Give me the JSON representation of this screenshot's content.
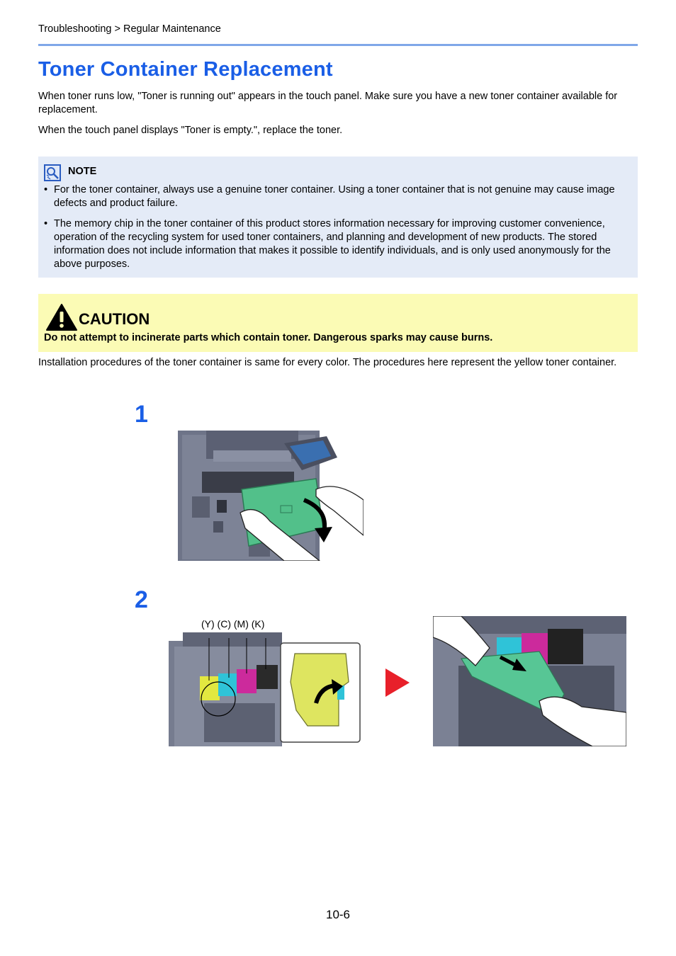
{
  "breadcrumb": "Troubleshooting > Regular Maintenance",
  "title": "Toner Container Replacement",
  "intro": [
    "When toner runs low, \"Toner is running out\" appears in the touch panel. Make sure you have a new toner container available for replacement.",
    "When the touch panel displays \"Toner is empty.\", replace the toner."
  ],
  "note": {
    "label": "NOTE",
    "icon": "note-icon",
    "items": [
      "For the toner container, always use a genuine toner container. Using a toner container that is not genuine may cause image defects and product failure.",
      "The memory chip in the toner container of this product stores information necessary for improving customer convenience, operation of the recycling system for used toner containers, and planning and development of new products. The stored information does not include information that makes it possible to identify individuals, and is only used anonymously for the above purposes."
    ]
  },
  "caution": {
    "label": "CAUTION",
    "icon": "warning-triangle-icon",
    "text": "Do not attempt to incinerate parts which contain toner. Dangerous sparks may cause burns."
  },
  "install_note": "Installation procedures of the toner container is same for every color. The procedures here represent the yellow toner container.",
  "steps": [
    {
      "number": "1"
    },
    {
      "number": "2",
      "color_labels": "(Y) (C) (M) (K)"
    }
  ],
  "colors": {
    "accent": "#1a5ee6",
    "note_bg": "#e4ebf7",
    "caution_bg": "#fbfbb5",
    "arrow": "#e8202a"
  },
  "page_number": "10-6"
}
